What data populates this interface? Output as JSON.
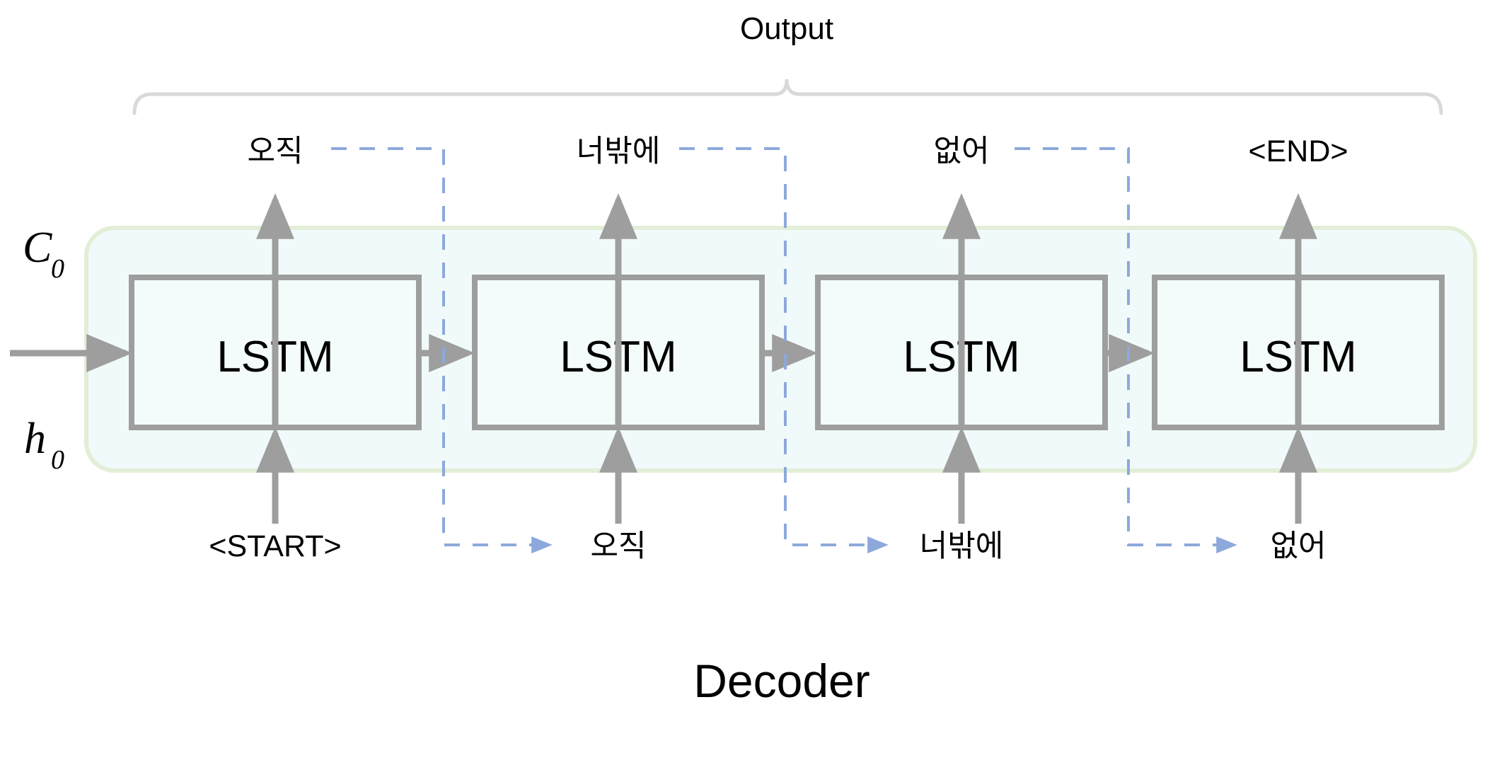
{
  "diagram": {
    "title": "Decoder",
    "output_bracket_label": "Output",
    "initial_state_labels": {
      "cell": "C",
      "cell_sub": "0",
      "hidden": "h",
      "hidden_sub": "0"
    },
    "cells": [
      {
        "name": "LSTM",
        "output_token": "오직",
        "input_token": "<START>"
      },
      {
        "name": "LSTM",
        "output_token": "너밖에",
        "input_token": "오직"
      },
      {
        "name": "LSTM",
        "output_token": "없어",
        "input_token": "너밖에"
      },
      {
        "name": "LSTM",
        "output_token": "<END>",
        "input_token": "없어"
      }
    ],
    "colors": {
      "cell_border": "#9e9e9e",
      "cell_fill": "#f4fbfb",
      "container_border": "#e2eed6",
      "container_fill": "#f1fafa",
      "arrow": "#9e9e9e",
      "feedback_arrow": "#8da9db",
      "bracket": "#d9d9d9",
      "text": "#000000",
      "background": "#ffffff"
    }
  }
}
